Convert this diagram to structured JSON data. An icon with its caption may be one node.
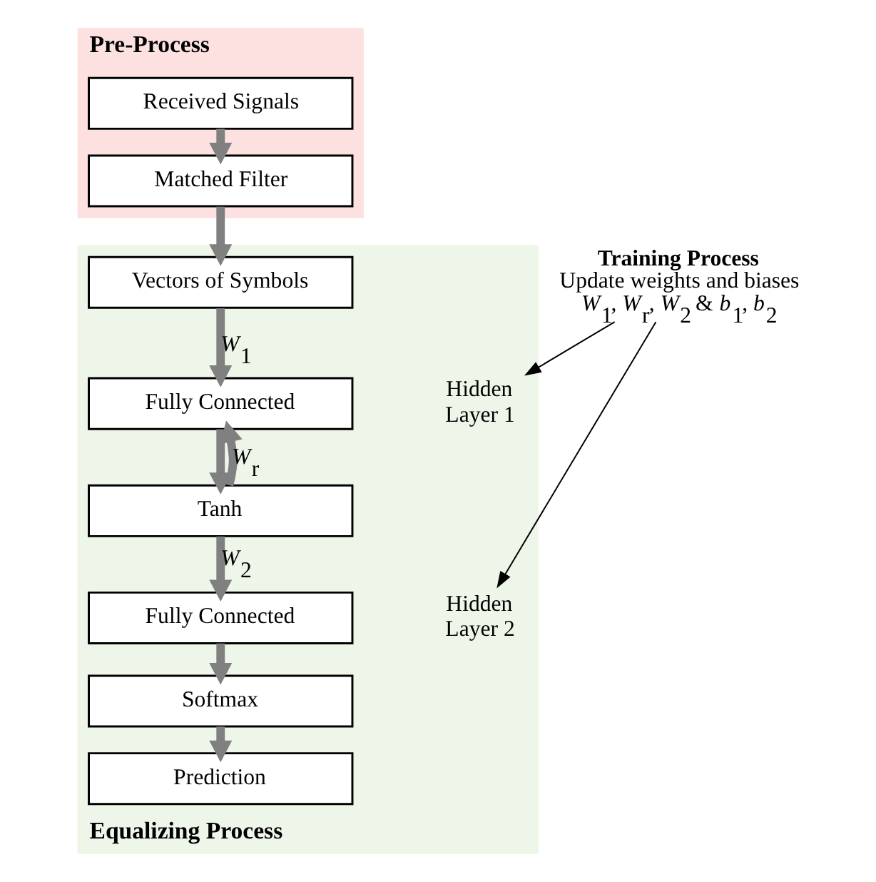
{
  "diagram": {
    "nodes": [
      {
        "text": [
          "Pre-Process"
        ]
      },
      {
        "text": [
          "Received Signals"
        ],
        "in": 0
      },
      {
        "text": [
          "Matched Filter"
        ],
        "in": 0
      },
      {
        "text": [
          "Training Process",
          "Update weights and biases *W*$_{1}$, *W*$_{r}$, *W*$_{2}$ & *b*$_{1}$, *b*$_{2}$"
        ]
      },
      {
        "text": [
          "Equalizing Process"
        ]
      },
      {
        "text": [
          "Vectors of Symbols"
        ],
        "in": 4
      },
      {
        "text": [
          "Hidden Layer 1"
        ],
        "in": 4
      },
      {
        "text": [
          "Fully Connected"
        ],
        "in": 4
      },
      {
        "text": [
          "Tanh"
        ],
        "in": 4
      },
      {
        "text": [
          "Hidden Layer 2"
        ],
        "in": 4
      },
      {
        "text": [
          "Fully Connected"
        ],
        "in": 4
      },
      {
        "text": [
          "Softmax"
        ],
        "in": 4
      },
      {
        "text": [
          "Prediction"
        ],
        "in": 4
      }
    ],
    "edges": [
      {
        "from": 1,
        "to": 2,
        "arrow": "to"
      },
      {
        "from": 2,
        "to": 5,
        "arrow": "to"
      },
      {
        "from": 5,
        "to": 7,
        "arrow": "to",
        "label": "*W*$_{1}$"
      },
      {
        "from": 7,
        "to": 8,
        "arrow": "to"
      },
      {
        "from": 8,
        "to": 10,
        "arrow": "to",
        "label": "*W*$_{2}$"
      },
      {
        "from": 8,
        "to": 7,
        "arrow": "to",
        "label": "*W*$_{r}$"
      },
      {
        "from": 10,
        "to": 11,
        "arrow": "to"
      },
      {
        "from": 11,
        "to": 12,
        "arrow": "to"
      },
      {
        "from": 3,
        "to": 6,
        "arrow": "to",
        "color": "#000000"
      },
      {
        "from": 3,
        "to": 9,
        "arrow": "to",
        "color": "#000000"
      }
    ]
  }
}
